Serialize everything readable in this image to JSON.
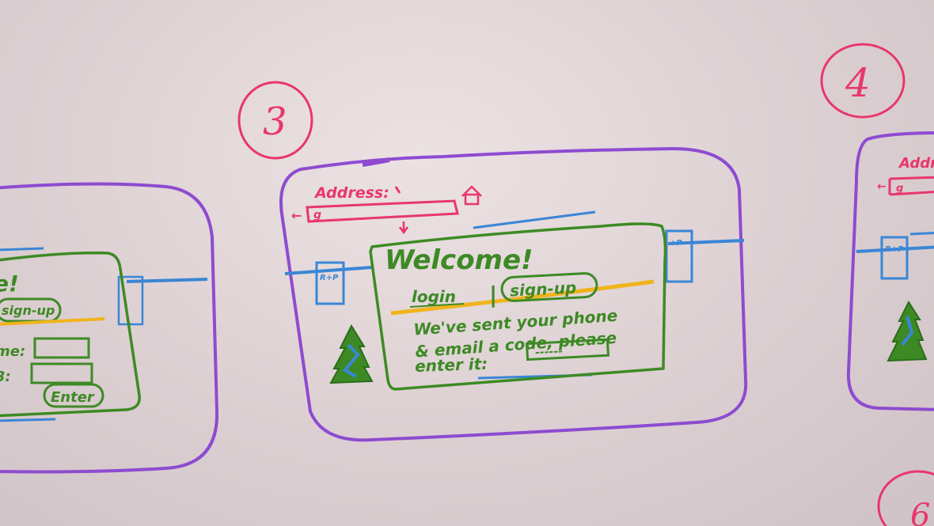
{
  "colors": {
    "board": "#e4d8da",
    "purple_marker": "#8e4bd0",
    "pink_marker": "#e8366e",
    "green_marker": "#3d8a25",
    "blue_marker": "#3a86d6",
    "yellow_marker": "#f0b41c"
  },
  "frames": {
    "frame_3": {
      "number": "3",
      "address_label": "Address:",
      "address_value": "g",
      "back_arrow": "←",
      "home_icon": "house-icon",
      "dialog": {
        "title": "Welcome!",
        "login_tab": "login",
        "separator": "|",
        "signup_tab": "sign-up",
        "message_line1": "We've sent your phone",
        "message_line2": "& email a code, please",
        "message_line3": "enter it:",
        "code_placeholder": "------"
      },
      "left_tab_label": "R+P",
      "right_tab_label": "+P",
      "tree_icon": "tree-icon"
    },
    "frame_left": {
      "title_fragment": "e!",
      "signup_tab": "sign-up",
      "field1_label": "me:",
      "field2_label": "3:",
      "enter_button": "Enter"
    },
    "frame_4": {
      "number": "4",
      "address_label": "Addre",
      "address_value": "g",
      "back_arrow": "←",
      "tab_label": "R+P",
      "tree_icon": "tree-icon"
    },
    "corner_number": "6"
  }
}
